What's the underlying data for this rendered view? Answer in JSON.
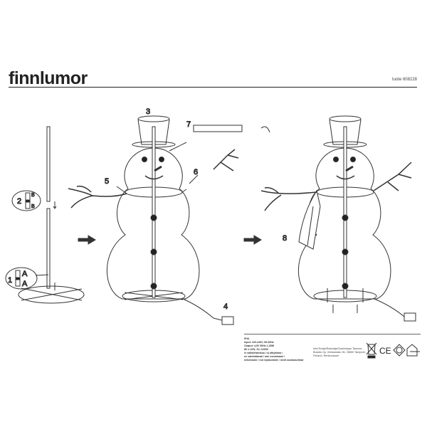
{
  "header": {
    "brand": "finnlumor",
    "product_code_label": "tuote",
    "product_code": "608228"
  },
  "steps": {
    "s1": "1",
    "s2": "2",
    "s3": "3",
    "s4": "4",
    "s5": "5",
    "s6": "6",
    "s7": "7",
    "s8": "8",
    "joint_a": "A",
    "joint_b": "B"
  },
  "specs": {
    "ip": "IP44",
    "input": "Input: 220-240V, 50-60Hz",
    "output": "Output: 4,5V 50Hz 1,35W",
    "leds": "80 x LED; 3V, 0,06W",
    "note_lines": [
      "ei vaihdettavissa / ej utbytbara /",
      "ne vahetatavad / nav nomainami /",
      "nekeiciami / not replaceable / nicht austauschbar"
    ]
  },
  "importer": "Info/Tootja/Radotaja/Gamintojas Tammer Brands Oy, Vinikankatu 36, 33800 Tampere, Finland, Renkunsaari",
  "icons": [
    "weee-bin-icon",
    "ce-mark-icon",
    "class-iii-icon",
    "indoor-transformer-icon"
  ]
}
